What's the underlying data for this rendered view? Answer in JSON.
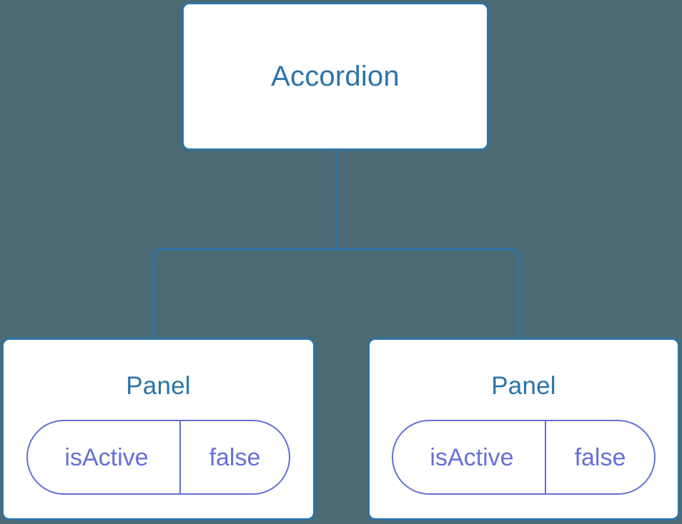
{
  "diagram": {
    "type": "component-tree",
    "background_color": "#4c6a74",
    "node_border_color": "#2c74a8",
    "node_text_color": "#2c74a8",
    "prop_color": "#6570d6",
    "connector_color": "#2c74a8"
  },
  "root": {
    "label": "Accordion"
  },
  "children": [
    {
      "label": "Panel",
      "prop": {
        "key": "isActive",
        "value": "false"
      }
    },
    {
      "label": "Panel",
      "prop": {
        "key": "isActive",
        "value": "false"
      }
    }
  ]
}
